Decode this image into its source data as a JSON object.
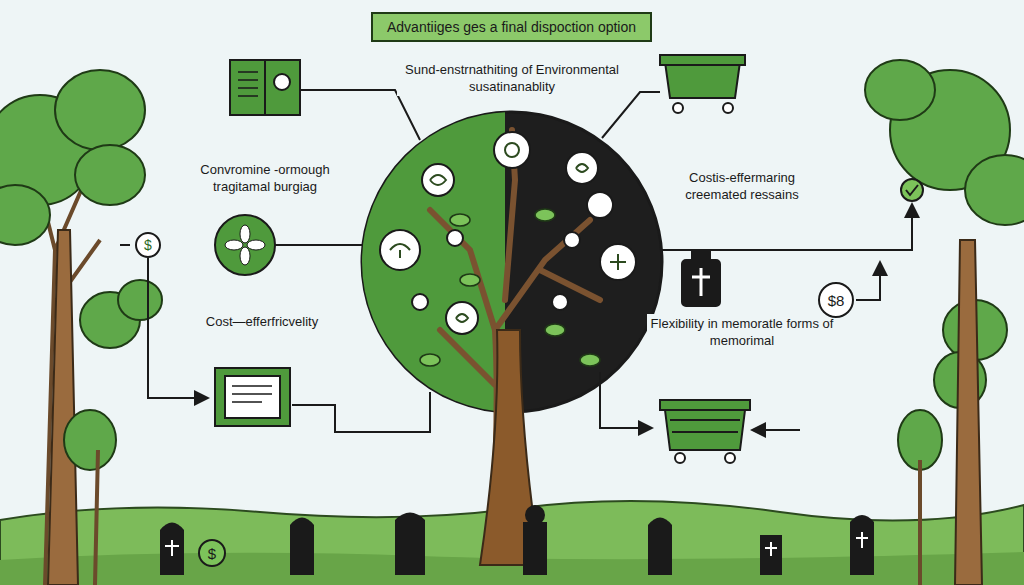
{
  "diagram": {
    "title": "Advantiiges ges a final dispoction option",
    "nodes": [
      {
        "text": [
          "$"
        ]
      },
      {
        "text": [
          "$8"
        ]
      },
      {
        "text": [
          "$"
        ]
      }
    ],
    "labels": [
      "Sund-enstrnathiting of Environmental susatinanablity",
      "Convromine -ormough tragitamal burgiag",
      "Costis-effermaring creemated ressains",
      "Cost—efferfricvelity",
      "Flexibility in memoratle forms of memorimal"
    ]
  }
}
